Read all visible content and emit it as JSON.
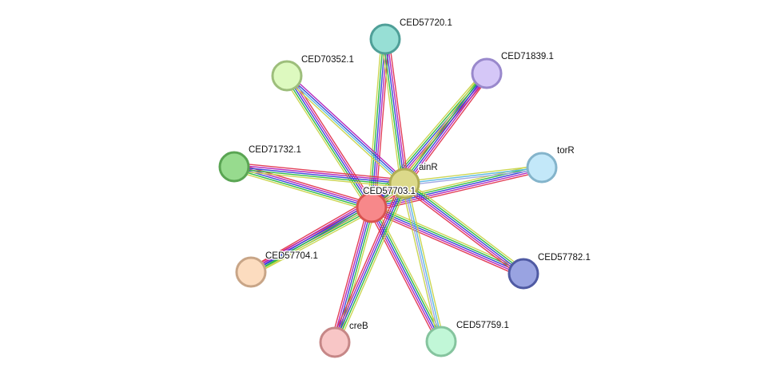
{
  "network": {
    "center_label": "CED57703.1",
    "evidence_colors": [
      "#c8d44a",
      "#27b83c",
      "#2f3fd8",
      "#b01fb8",
      "#e0354f",
      "#53b6e0",
      "#9aa2e0"
    ],
    "nodes": [
      {
        "id": "center",
        "label": "CED57703.1",
        "fill": "#f7888a",
        "stroke": "#d9534f",
        "label_shown": "CED57703.1"
      },
      {
        "id": "ainR",
        "label": "ainR",
        "fill": "#dcd98a",
        "stroke": "#b0ad55"
      },
      {
        "id": "CED57720.1",
        "label": "CED57720.1",
        "fill": "#97dfd5",
        "stroke": "#4f9f98"
      },
      {
        "id": "CED70352.1",
        "label": "CED70352.1",
        "fill": "#ddf9bf",
        "stroke": "#9dbe7b"
      },
      {
        "id": "CED71839.1",
        "label": "CED71839.1",
        "fill": "#d5c7f7",
        "stroke": "#9988cc"
      },
      {
        "id": "CED71732.1",
        "label": "CED71732.1",
        "fill": "#97db8e",
        "stroke": "#5aa553"
      },
      {
        "id": "torR",
        "label": "torR",
        "fill": "#c3e8f9",
        "stroke": "#84b4cb"
      },
      {
        "id": "CED57704.1",
        "label": "CED57704.1",
        "fill": "#fcdcbf",
        "stroke": "#c8a587"
      },
      {
        "id": "CED57782.1",
        "label": "CED57782.1",
        "fill": "#99a3e1",
        "stroke": "#4f5aa3"
      },
      {
        "id": "creB",
        "label": "creB",
        "fill": "#f8c6c6",
        "stroke": "#c68787"
      },
      {
        "id": "CED57759.1",
        "label": "CED57759.1",
        "fill": "#c1f7d7",
        "stroke": "#85c49e"
      }
    ],
    "edges": [
      {
        "from": "center",
        "to": "ainR",
        "types": [
          0,
          1,
          2,
          3,
          4
        ]
      },
      {
        "from": "center",
        "to": "CED57720.1",
        "types": [
          0,
          1,
          2,
          3,
          4
        ]
      },
      {
        "from": "center",
        "to": "CED70352.1",
        "types": [
          0,
          1,
          2,
          3,
          4
        ]
      },
      {
        "from": "center",
        "to": "CED71839.1",
        "types": [
          0,
          1,
          2,
          3,
          4
        ]
      },
      {
        "from": "center",
        "to": "CED71732.1",
        "types": [
          0,
          1,
          2,
          3,
          4
        ]
      },
      {
        "from": "center",
        "to": "torR",
        "types": [
          0,
          1,
          2,
          3,
          4
        ]
      },
      {
        "from": "center",
        "to": "CED57704.1",
        "types": [
          0,
          1,
          2,
          3,
          4
        ]
      },
      {
        "from": "center",
        "to": "CED57782.1",
        "types": [
          0,
          1,
          2,
          3,
          4
        ]
      },
      {
        "from": "center",
        "to": "creB",
        "types": [
          0,
          1,
          2,
          3,
          4
        ]
      },
      {
        "from": "center",
        "to": "CED57759.1",
        "types": [
          0,
          1,
          2,
          3,
          4
        ]
      },
      {
        "from": "ainR",
        "to": "CED57720.1",
        "types": [
          0,
          1,
          2,
          3,
          4
        ]
      },
      {
        "from": "ainR",
        "to": "CED70352.1",
        "types": [
          0,
          5,
          2,
          3
        ]
      },
      {
        "from": "ainR",
        "to": "CED71839.1",
        "types": [
          0,
          1,
          2,
          3,
          4
        ]
      },
      {
        "from": "ainR",
        "to": "CED71732.1",
        "types": [
          0,
          1,
          2,
          3,
          4
        ]
      },
      {
        "from": "ainR",
        "to": "torR",
        "types": [
          0,
          5,
          6
        ]
      },
      {
        "from": "ainR",
        "to": "CED57704.1",
        "types": [
          0,
          1,
          2,
          3,
          4
        ]
      },
      {
        "from": "ainR",
        "to": "CED57782.1",
        "types": [
          0,
          1,
          2,
          3,
          4
        ]
      },
      {
        "from": "ainR",
        "to": "creB",
        "types": [
          0,
          1,
          2,
          3,
          4
        ]
      },
      {
        "from": "ainR",
        "to": "CED57759.1",
        "types": [
          0,
          5,
          6,
          0
        ]
      }
    ]
  }
}
